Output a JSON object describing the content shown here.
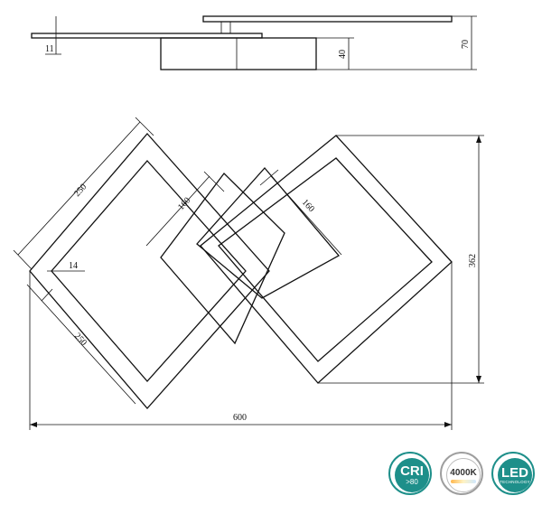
{
  "dimensions": {
    "thickness": "11",
    "body_height": "40",
    "total_height": "70",
    "outer_square": "250",
    "inner_square_left": "160",
    "inner_square_right": "160",
    "frame_width": "14",
    "outer_square_lower": "250",
    "total_width": "600",
    "total_depth": "362"
  },
  "badges": {
    "cri": {
      "main": "CRI",
      "sub": ">80"
    },
    "color_temp": {
      "main": "4000K"
    },
    "led": {
      "main": "LED",
      "sub": "TECHNOLOGY"
    }
  },
  "colors": {
    "badge_teal": "#1e8f8a",
    "line": "#111111"
  }
}
